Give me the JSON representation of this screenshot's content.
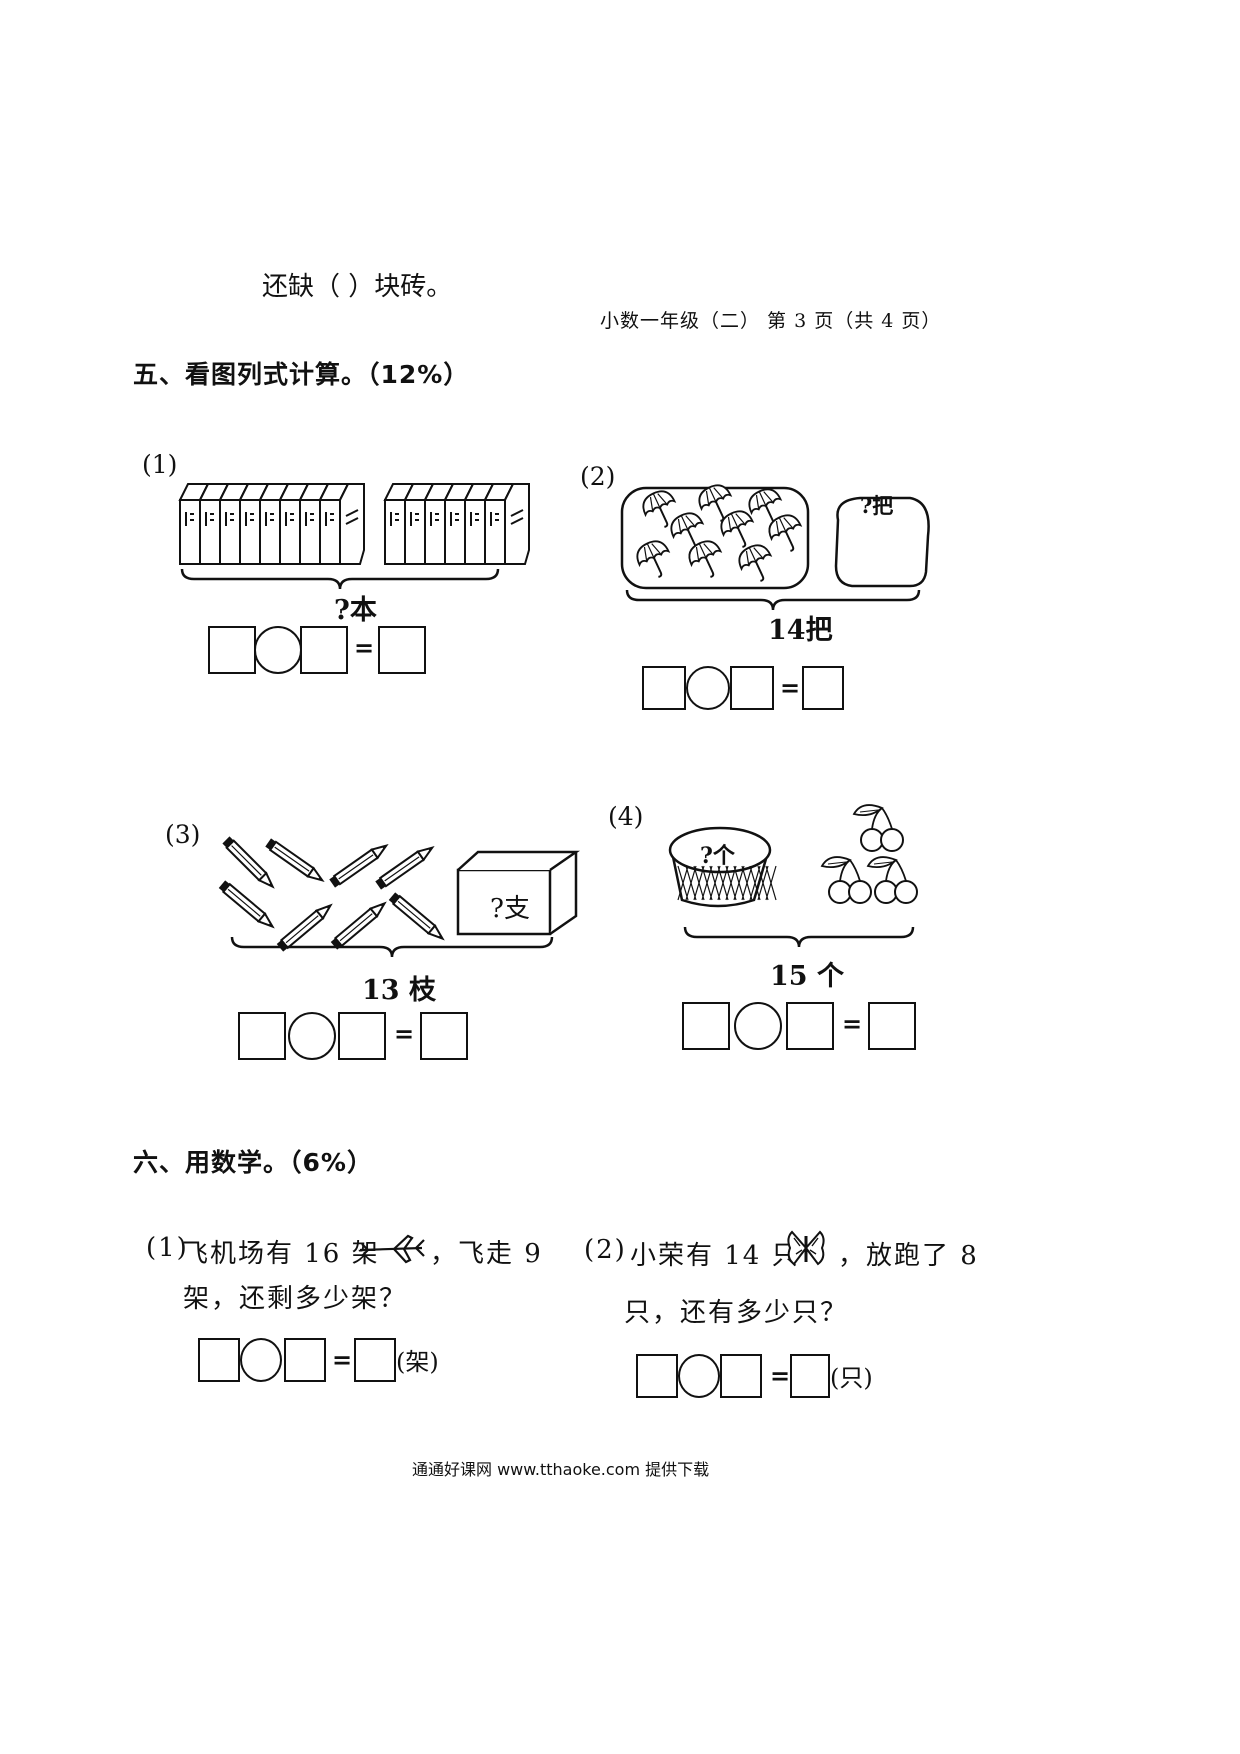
{
  "carryover": {
    "text": "还缺（      ）块砖。"
  },
  "page_footer": {
    "text": "小数一年级（二）    第 3 页（共 4 页）"
  },
  "section5": {
    "title": "五、看图列式计算。（12%）",
    "problems": [
      {
        "label": "(1)",
        "caption": "?本"
      },
      {
        "label": "(2)",
        "caption": "14把",
        "box_label": "?把"
      },
      {
        "label": "(3)",
        "caption": "13 枝",
        "box_label": "?支"
      },
      {
        "label": "(4)",
        "caption": "15 个",
        "bowl_label": "?个"
      }
    ]
  },
  "section6": {
    "title": "六、用数学。（6%）",
    "problems": [
      {
        "label": "(1)",
        "text_a": "飞机场有 16 架",
        "text_b": "，飞走 9",
        "text_c": "架，还剩多少架？",
        "unit": "(架)"
      },
      {
        "label": "(2)",
        "text_a": "小荣有 14 只",
        "text_b": "，放跑了 8",
        "text_c": "只，还有多少只？",
        "unit": "(只)"
      }
    ]
  },
  "equation": {
    "equals": "="
  },
  "icons": [
    "book-icon",
    "umbrella-icon",
    "pencil-icon",
    "cherry-icon",
    "airplane-icon",
    "butterfly-icon"
  ],
  "download_line": {
    "text": "通通好课网  www.tthaoke.com  提供下载"
  }
}
